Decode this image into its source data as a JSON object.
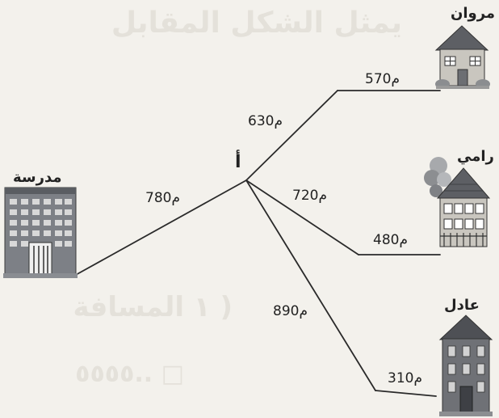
{
  "point_label": "أ",
  "places": {
    "school": "مدرسة",
    "marwan": "مروان",
    "rami": "رامي",
    "adel": "عادل"
  },
  "distances": {
    "school_to_a": "780م",
    "a_to_bend_marwan": "630م",
    "bend_to_marwan": "570م",
    "a_to_bend_rami": "720م",
    "bend_to_rami": "480م",
    "a_to_bend_adel": "890م",
    "bend_to_adel": "310م"
  },
  "colors": {
    "background": "#f3f1ec",
    "line": "#2a2a2a",
    "school_building": "#7d8086",
    "house_roof": "#5d5f64",
    "house_wall": "#c9c6bf"
  }
}
